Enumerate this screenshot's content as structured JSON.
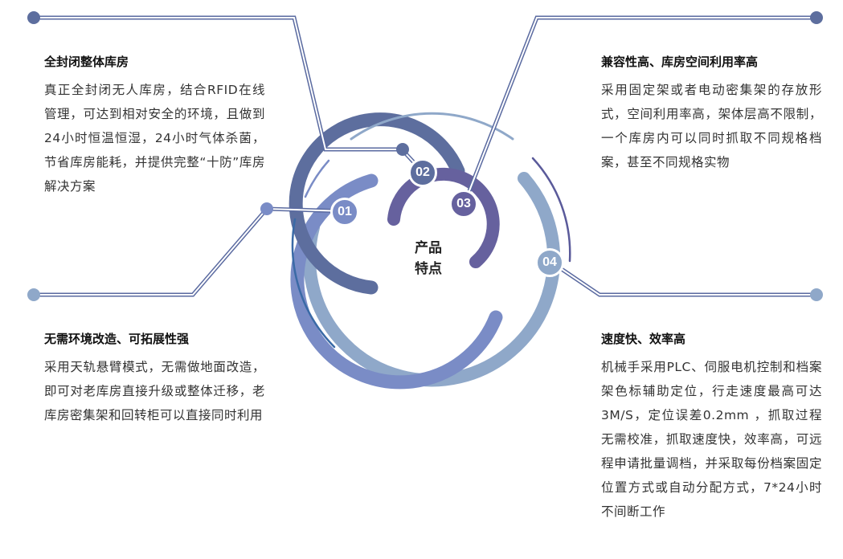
{
  "center_label": {
    "line1": "产品",
    "line2": "特点"
  },
  "badges": [
    "01",
    "02",
    "03",
    "04"
  ],
  "features": [
    {
      "title": "全封闭整体库房",
      "body": "真正全封闭无人库房，结合RFID在线管理，可达到相对安全的环境，且做到24小时恒温恒湿，24小时气体杀菌，节省库房能耗，并提供完整“十防”库房解决方案"
    },
    {
      "title": "兼容性高、库房空间利用率高",
      "body": "采用固定架或者电动密集架的存放形式，空间利用率高，架体层高不限制，一个库房内可以同时抓取不同规格档案，甚至不同规格实物"
    },
    {
      "title": "无需环境改造、可拓展性强",
      "body": "采用天轨悬臂模式，无需做地面改造，即可对老库房直接升级或整体迁移，老库房密集架和回转柜可以直接同时利用"
    },
    {
      "title": "速度快、效率高",
      "body": "机械手采用PLC、伺服电机控制和档案架色标辅助定位，行走速度最高可达3M/S，定位误差0.2mm ，抓取过程无需校准，抓取速度快，效率高，可远程申请批量调档，并采取每份档案固定位置方式或自动分配方式，7*24小时不间断工作"
    }
  ],
  "colors": {
    "ring1": "#7a8cc6",
    "ring2": "#5d6e9e",
    "ring3": "#66619e",
    "ring4": "#8fa8c9",
    "line": "#5a6aa0",
    "dot": "#5d6e9e",
    "dot_light": "#8fa8c9"
  }
}
